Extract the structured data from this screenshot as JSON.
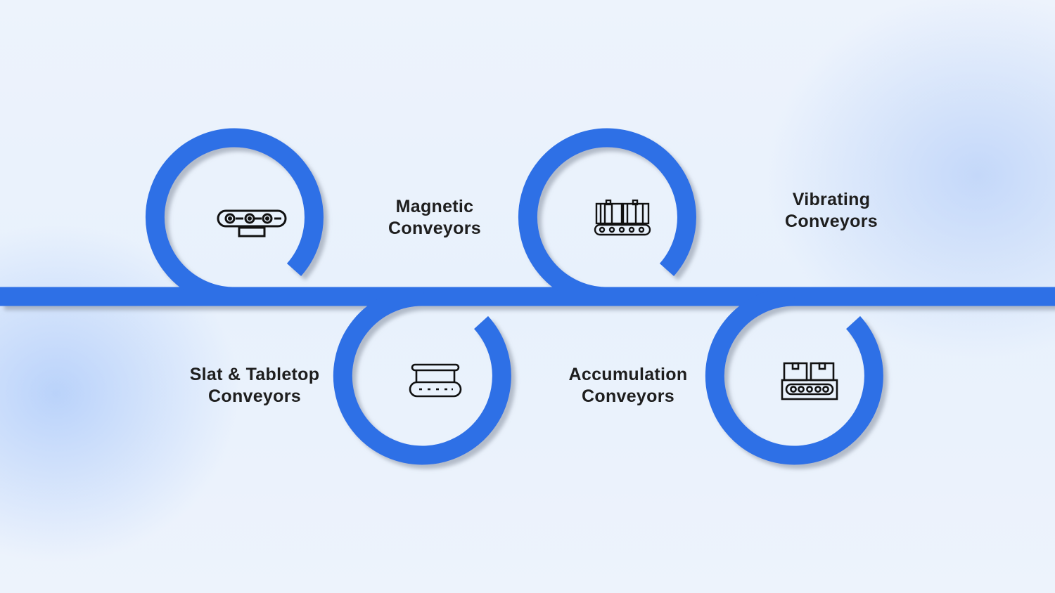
{
  "colors": {
    "track": "#2f6fe6",
    "shadow": "#9aa3b0",
    "text": "#1e1e1e",
    "icon": "#111111"
  },
  "steps": [
    {
      "line1": "Magnetic",
      "line2": "Conveyors",
      "icon": "magnetic-conveyor-icon"
    },
    {
      "line1": "Slat & Tabletop",
      "line2": "Conveyors",
      "icon": "slat-tabletop-conveyor-icon"
    },
    {
      "line1": "Vibrating",
      "line2": "Conveyors",
      "icon": "vibrating-conveyor-icon"
    },
    {
      "line1": "Accumulation",
      "line2": "Conveyors",
      "icon": "accumulation-conveyor-icon"
    }
  ]
}
